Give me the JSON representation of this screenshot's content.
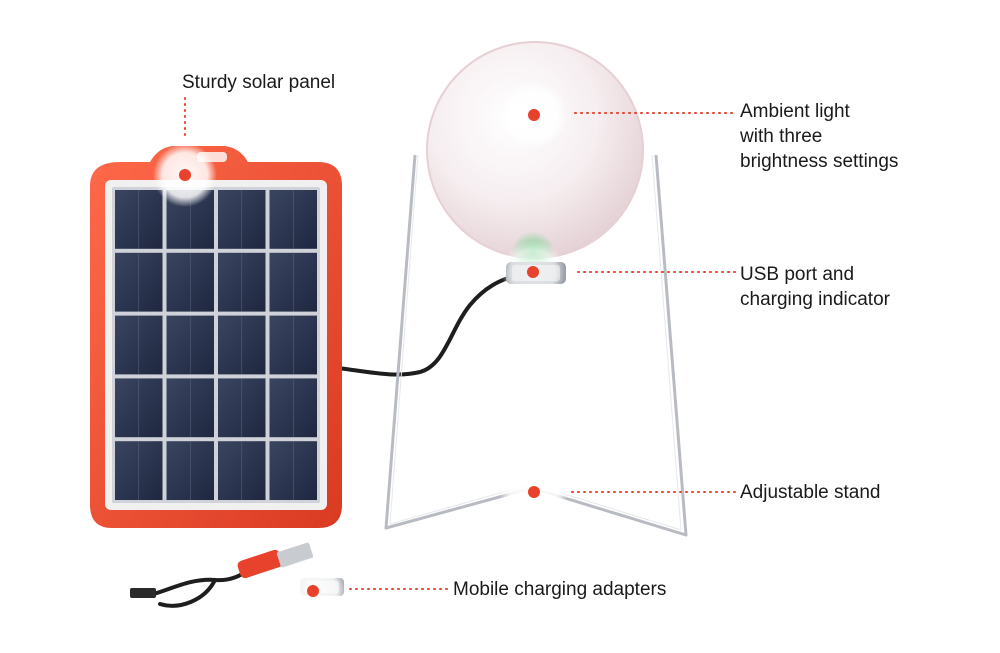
{
  "labels": {
    "solar_panel": "Sturdy solar panel",
    "ambient_light": [
      "Ambient light",
      "with three",
      "brightness settings"
    ],
    "usb_port": [
      "USB port and",
      "charging indicator"
    ],
    "stand": "Adjustable stand",
    "adapters": "Mobile charging adapters"
  },
  "colors": {
    "accent": "#e8412c",
    "panel_frame": "#ea4a2e",
    "solar_cell": "#2c3650",
    "stand_wire": "#b8bcc2",
    "lamp_globe": "#f4eaec",
    "text": "#1a1a1a",
    "indicator": "#3ccc66"
  }
}
